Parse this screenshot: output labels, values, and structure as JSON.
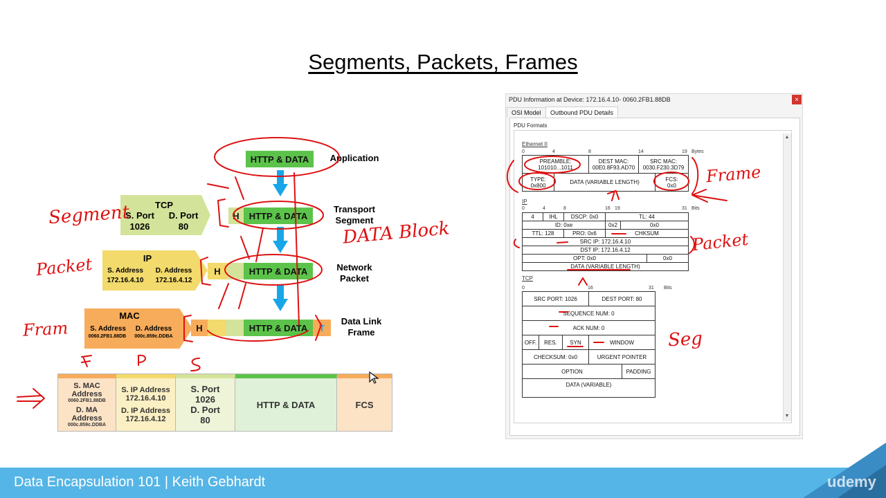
{
  "slide": {
    "title": "Segments, Packets, Frames"
  },
  "diagram": {
    "http_data": "HTTP & DATA",
    "h": "H",
    "t": "T",
    "layers": {
      "application": "Application",
      "transport_1": "Transport",
      "transport_2": "Segment",
      "network_1": "Network",
      "network_2": "Packet",
      "datalink_1": "Data Link",
      "datalink_2": "Frame"
    },
    "tcp": {
      "title": "TCP",
      "sport": "S. Port",
      "dport": "D. Port",
      "sport_val": "1026",
      "dport_val": "80"
    },
    "ip": {
      "title": "IP",
      "saddr": "S. Address",
      "daddr": "D. Address",
      "saddr_val": "172.16.4.10",
      "daddr_val": "172.16.4.12"
    },
    "mac": {
      "title": "MAC",
      "saddr": "S. Address",
      "daddr": "D. Address",
      "saddr_val": "0060.2FB1.88DB",
      "daddr_val": "000c.859c.DDBA"
    },
    "frame": {
      "mac_s": "S. MAC",
      "mac_s2": "Address",
      "mac_s_val": "0060.2FB1.88DB",
      "mac_d": "D. MA",
      "mac_d2": "Address",
      "mac_d_val": "000c.859c.DDBA",
      "ip_s": "S. IP Address",
      "ip_s_val": "172.16.4.10",
      "ip_d": "D. IP Address",
      "ip_d_val": "172.16.4.12",
      "port_s": "S. Port",
      "port_s_val": "1026",
      "port_d": "D. Port",
      "port_d_val": "80",
      "data": "HTTP & DATA",
      "fcs": "FCS"
    }
  },
  "annotations": {
    "segment": "Segment",
    "packet": "Packet",
    "frame": "Fram",
    "data_block": "DATA Block",
    "f": "F",
    "p": "P",
    "s": "S",
    "frame_right": "Frame",
    "packet_right": "Packet",
    "seg_right": "Seg"
  },
  "pdu": {
    "title": "PDU Information at Device: 172.16.4.10- 0060.2FB1.88DB",
    "close": "×",
    "tabs": [
      "OSI Model",
      "Outbound PDU Details"
    ],
    "group": "PDU Formats",
    "eth": {
      "name": "Ethernet II",
      "bits": [
        "0",
        "4",
        "8",
        "14",
        "19",
        "Bytes"
      ],
      "preamble": "PREAMBLE:",
      "preamble_val": "101010...1011",
      "dest": "DEST MAC:",
      "dest_val": "00E0.8F93.AD70",
      "src": "SRC MAC:",
      "src_val": "0030.F230.3D79",
      "type": "TYPE:",
      "type_val": "0x800",
      "data": "DATA (VARIABLE LENGTH)",
      "fcs": "FCS:",
      "fcs_val": "0x0"
    },
    "ip": {
      "name": "IP",
      "bits": [
        "0",
        "4",
        "8",
        "16",
        "19",
        "31",
        "Bits"
      ],
      "v": "4",
      "ihl": "IHL",
      "dscp": "DSCP: 0x0",
      "tl": "TL: 44",
      "id": "ID: 0xe",
      "flags": "0x2",
      "frag": "0x0",
      "ttl": "TTL: 128",
      "pro": "PRO: 0x6",
      "chk": "CHKSUM",
      "src": "SRC IP: 172.16.4.10",
      "dst": "DST IP: 172.16.4.12",
      "opt": "OPT: 0x0",
      "pad": "0x0",
      "data": "DATA (VARIABLE LENGTH)"
    },
    "tcp": {
      "name": "TCP",
      "bits": [
        "0",
        "16",
        "31",
        "Bits"
      ],
      "srcport": "SRC PORT: 1026",
      "dstport": "DEST PORT: 80",
      "seq": "SEQUENCE NUM: 0",
      "ack": "ACK NUM: 0",
      "off": "OFF.",
      "res": "RES.",
      "syn": "SYN",
      "window": "WINDOW",
      "checksum": "CHECKSUM: 0x0",
      "urgent": "URGENT POINTER",
      "option": "OPTION",
      "padding": "PADDING",
      "data": "DATA (VARIABLE)"
    }
  },
  "footer": {
    "text": "Data Encapsulation 101 | Keith Gebhardt",
    "logo": "udemy"
  },
  "colors": {
    "green": "#5cc34a",
    "tcp": "#d3e39a",
    "ip": "#f2da6c",
    "mac": "#f6ac5b",
    "arrow": "#19a6e8",
    "ink": "#d11111",
    "footer": "#55b5e6"
  }
}
